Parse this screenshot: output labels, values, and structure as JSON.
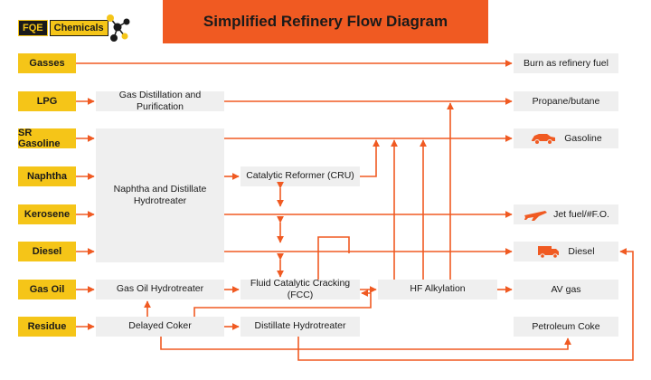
{
  "brand": {
    "logo_part1": "FQE",
    "logo_part2": "Chemicals"
  },
  "title": "Simplified Refinery Flow Diagram",
  "inputs": [
    "Gasses",
    "LPG",
    "SR Gasoline",
    "Naphtha",
    "Kerosene",
    "Diesel",
    "Gas Oil",
    "Residue"
  ],
  "processes": {
    "gas_distillation": "Gas Distillation and Purification",
    "naphtha_hydrotreater": "Naphtha and Distillate Hydrotreater",
    "catalytic_reformer": "Catalytic Reformer (CRU)",
    "gas_oil_hydrotreater": "Gas Oil Hydrotreater",
    "fcc": "Fluid Catalytic Cracking (FCC)",
    "hf_alkylation": "HF Alkylation",
    "delayed_coker": "Delayed Coker",
    "distillate_hydrotreater": "Distillate Hydrotreater"
  },
  "outputs": {
    "refinery_fuel": "Burn as refinery fuel",
    "propane_butane": "Propane/butane",
    "gasoline": "Gasoline",
    "jet_fuel": "Jet fuel/#F.O.",
    "diesel": "Diesel",
    "av_gas": "AV gas",
    "petroleum_coke": "Petroleum Coke"
  },
  "icons": {
    "gasoline": "car-icon",
    "jet_fuel": "airplane-icon",
    "diesel": "truck-icon",
    "brand": "molecule-icon"
  },
  "colors": {
    "accent": "#f05a22",
    "input": "#f5c518",
    "box": "#efefef"
  }
}
